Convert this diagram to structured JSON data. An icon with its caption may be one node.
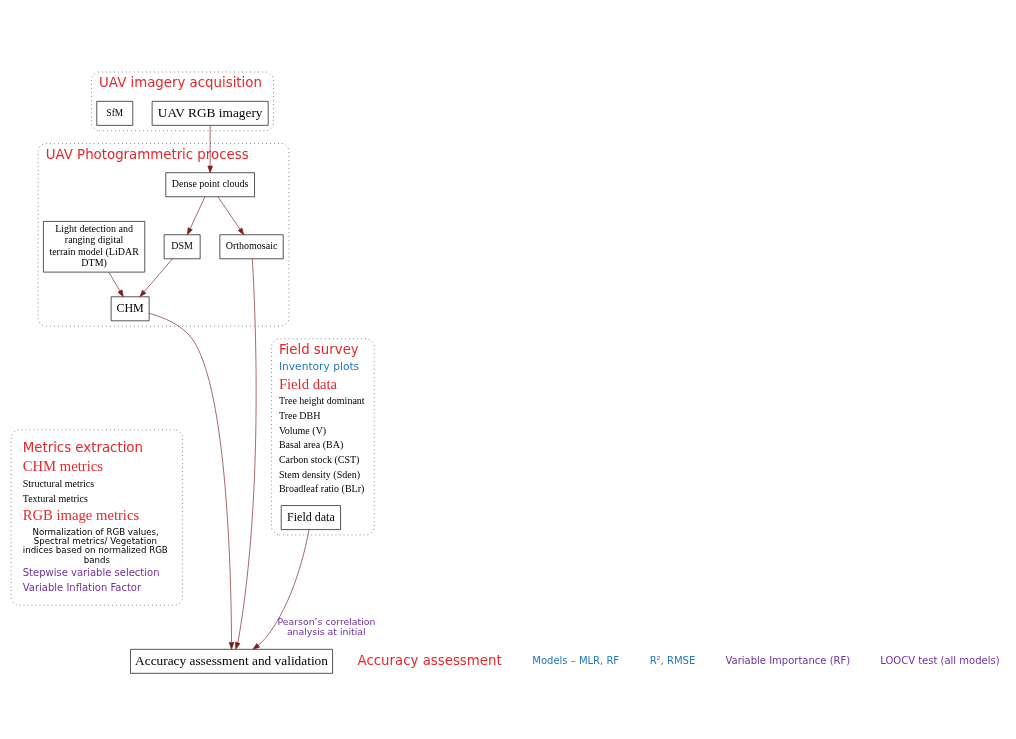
{
  "diagram": {
    "nodes": [
      {
        "text": [
          "UAV imagery acquisition"
        ]
      },
      {
        "text": [
          "UAV RGB imagery"
        ],
        "in": 0
      },
      {
        "text": [
          "SfM"
        ],
        "in": 0
      },
      {
        "text": [
          "UAV Photogrammetric process"
        ]
      },
      {
        "text": [
          "Dense point clouds"
        ],
        "in": 3
      },
      {
        "text": [
          "DSM"
        ],
        "in": 3
      },
      {
        "text": [
          "Orthomosaic"
        ],
        "in": 3
      },
      {
        "text": [
          "Light detection and ranging digital terrain model (LiDAR DTM)"
        ],
        "in": 3
      },
      {
        "text": [
          "CHM"
        ],
        "in": 3
      },
      {
        "text": [
          "Metrics extraction",
          "CHM metrics",
          "Structural metrics",
          "Textural metrics",
          "RGB image metrics",
          "Normalization of RGB values, Spectral metrics/ Vegetation indices based on normalized RGB bands",
          "Stepwise variable selection",
          "Variable Inflation Factor"
        ]
      },
      {
        "text": [
          "Field survey",
          "Inventory plots",
          "Field data",
          "Tree height dominant",
          "Tree DBH",
          "Volume (V)",
          "Basal area (BA)",
          "Carbon stock (CST)",
          "Stem density (Sden)",
          "Broadleaf ratio (BLr)"
        ]
      },
      {
        "text": [
          "Field data"
        ],
        "in": 10
      },
      {
        "text": [
          "Accuracy assessment and validation"
        ]
      }
    ],
    "edges": [
      {
        "from": 1,
        "to": 4,
        "arrow": "to"
      },
      {
        "from": 4,
        "to": 5,
        "arrow": "to"
      },
      {
        "from": 4,
        "to": 6,
        "arrow": "to"
      },
      {
        "from": 5,
        "to": 8,
        "arrow": "to"
      },
      {
        "from": 7,
        "to": 8,
        "arrow": "to"
      },
      {
        "from": 8,
        "to": 12,
        "arrow": "to"
      },
      {
        "from": 6,
        "to": 12,
        "arrow": "to"
      },
      {
        "from": 11,
        "to": 12,
        "arrow": "to",
        "label": "Pearson’s correlation analysis at initial"
      }
    ],
    "labels": [
      "Accuracy assessment",
      "Models – MLR, RF",
      "R², RMSE",
      "Variable Importance (RF)",
      "LOOCV test (all models)"
    ]
  }
}
